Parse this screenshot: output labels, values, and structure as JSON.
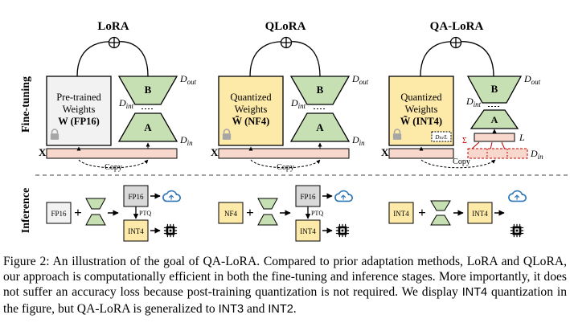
{
  "panels": [
    {
      "title": "LoRA",
      "weight_lines": [
        "Pre-trained",
        "Weights",
        "W (FP16)"
      ],
      "adapter_b": "B",
      "adapter_a": "A",
      "d_out": "D_out",
      "d_int": "D_int",
      "d_in": "D_in",
      "input_label": "X",
      "copy_label": "Copy",
      "inference": {
        "stored": "FP16",
        "merged": "FP16",
        "quant_step": "PTQ",
        "deployed": "INT4"
      }
    },
    {
      "title": "QLoRA",
      "weight_lines": [
        "Quantized",
        "Weights",
        "W̃ (NF4)"
      ],
      "adapter_b": "B",
      "adapter_a": "A",
      "d_out": "D_out",
      "d_int": "D_int",
      "d_in": "D_in",
      "input_label": "X",
      "copy_label": "Copy",
      "inference": {
        "stored": "NF4",
        "merged": "FP16",
        "quant_step": "PTQ",
        "deployed": "INT4"
      }
    },
    {
      "title": "QA-LoRA",
      "weight_lines": [
        "Quantized",
        "Weights",
        "W̃ (INT4)"
      ],
      "adapter_b": "B",
      "adapter_a": "A",
      "d_out": "D_out",
      "d_int": "D_int",
      "d_in": "D_in",
      "group_label": "D_in/L",
      "pool_symbol": "Σ",
      "pool_label": "L",
      "input_label": "X",
      "copy_label": "Copy",
      "inference": {
        "stored": "INT4",
        "deployed": "INT4"
      }
    }
  ],
  "row_labels": {
    "top": "Fine-tuning",
    "bottom": "Inference"
  },
  "caption": {
    "prefix": "Figure 2: An illustration of the goal of QA-LoRA. Compared to prior adaptation methods, LoRA and QLoRA, our approach is computationally efficient in both the fine-tuning and inference stages. More importantly, it does not suffer an accuracy loss because post-training quantization is not required. We display ",
    "int4": "INT4",
    "middle": " quantization in the figure, but QA-LoRA is generalized to ",
    "int3": "INT3",
    "and_text": " and ",
    "int2": "INT2",
    "suffix": "."
  },
  "colors": {
    "fp16_box": "#f2f2f2",
    "quant_box": "#fde9a8",
    "adapter": "#c6e0b4",
    "input_bar": "#f8d7cc",
    "cloud": "#2e75b6",
    "merged_box": "#d9d9d9"
  },
  "icons": [
    "sum-circle-icon",
    "lock-icon",
    "cloud-icon",
    "chip-icon",
    "plus-icon",
    "arrow-icon"
  ]
}
